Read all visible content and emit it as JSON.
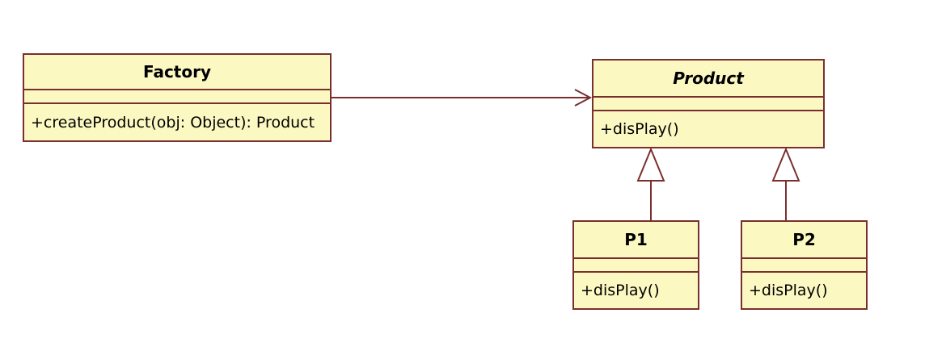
{
  "diagram": {
    "classes": [
      {
        "id": "factory",
        "name": "Factory",
        "operations": [
          "+createProduct(obj: Object): Product"
        ],
        "abstract": false
      },
      {
        "id": "product",
        "name": "Product",
        "operations": [
          "+disPlay()"
        ],
        "abstract": true
      },
      {
        "id": "p1",
        "name": "P1",
        "operations": [
          "+disPlay()"
        ],
        "abstract": false
      },
      {
        "id": "p2",
        "name": "P2",
        "operations": [
          "+disPlay()"
        ],
        "abstract": false
      }
    ],
    "relations": [
      {
        "type": "association",
        "from": "factory",
        "to": "product"
      },
      {
        "type": "generalization",
        "from": "p1",
        "to": "product"
      },
      {
        "type": "generalization",
        "from": "p2",
        "to": "product"
      }
    ]
  },
  "colors": {
    "class_fill": "#fcf8c2",
    "class_border": "#7a2f2f",
    "connector": "#7a2f2f"
  }
}
